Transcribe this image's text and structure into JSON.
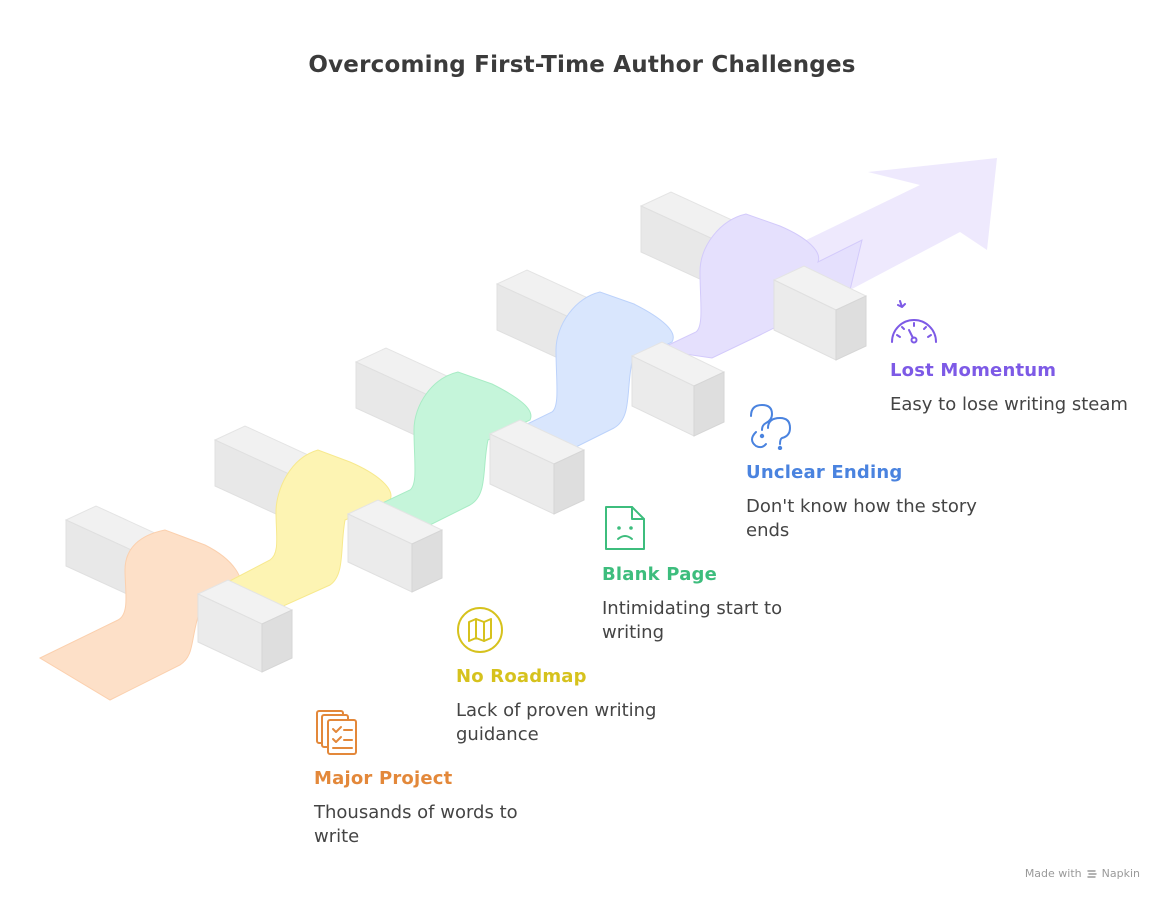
{
  "title": "Overcoming First-Time Author Challenges",
  "footer": {
    "made_with": "Made with",
    "brand": "Napkin"
  },
  "steps": [
    {
      "label": "Major Project",
      "description": "Thousands of words to write",
      "color": "#e3883a",
      "fill": "#fde0c8",
      "icon": "documents-checklist-icon"
    },
    {
      "label": "No Roadmap",
      "description": "Lack of proven writing guidance",
      "color": "#d6c21d",
      "fill": "#fdf4b3",
      "icon": "map-icon"
    },
    {
      "label": "Blank Page",
      "description": "Intimidating start to writing",
      "color": "#3dbd7d",
      "fill": "#c5f5da",
      "icon": "sad-document-icon"
    },
    {
      "label": "Unclear Ending",
      "description": "Don't know how the story ends",
      "color": "#4a83df",
      "fill": "#d9e6fd",
      "icon": "question-marks-icon"
    },
    {
      "label": "Lost Momentum",
      "description": "Easy to lose writing steam",
      "color": "#7d5ae6",
      "fill": "#e5e0fd",
      "icon": "speedometer-low-icon"
    }
  ]
}
